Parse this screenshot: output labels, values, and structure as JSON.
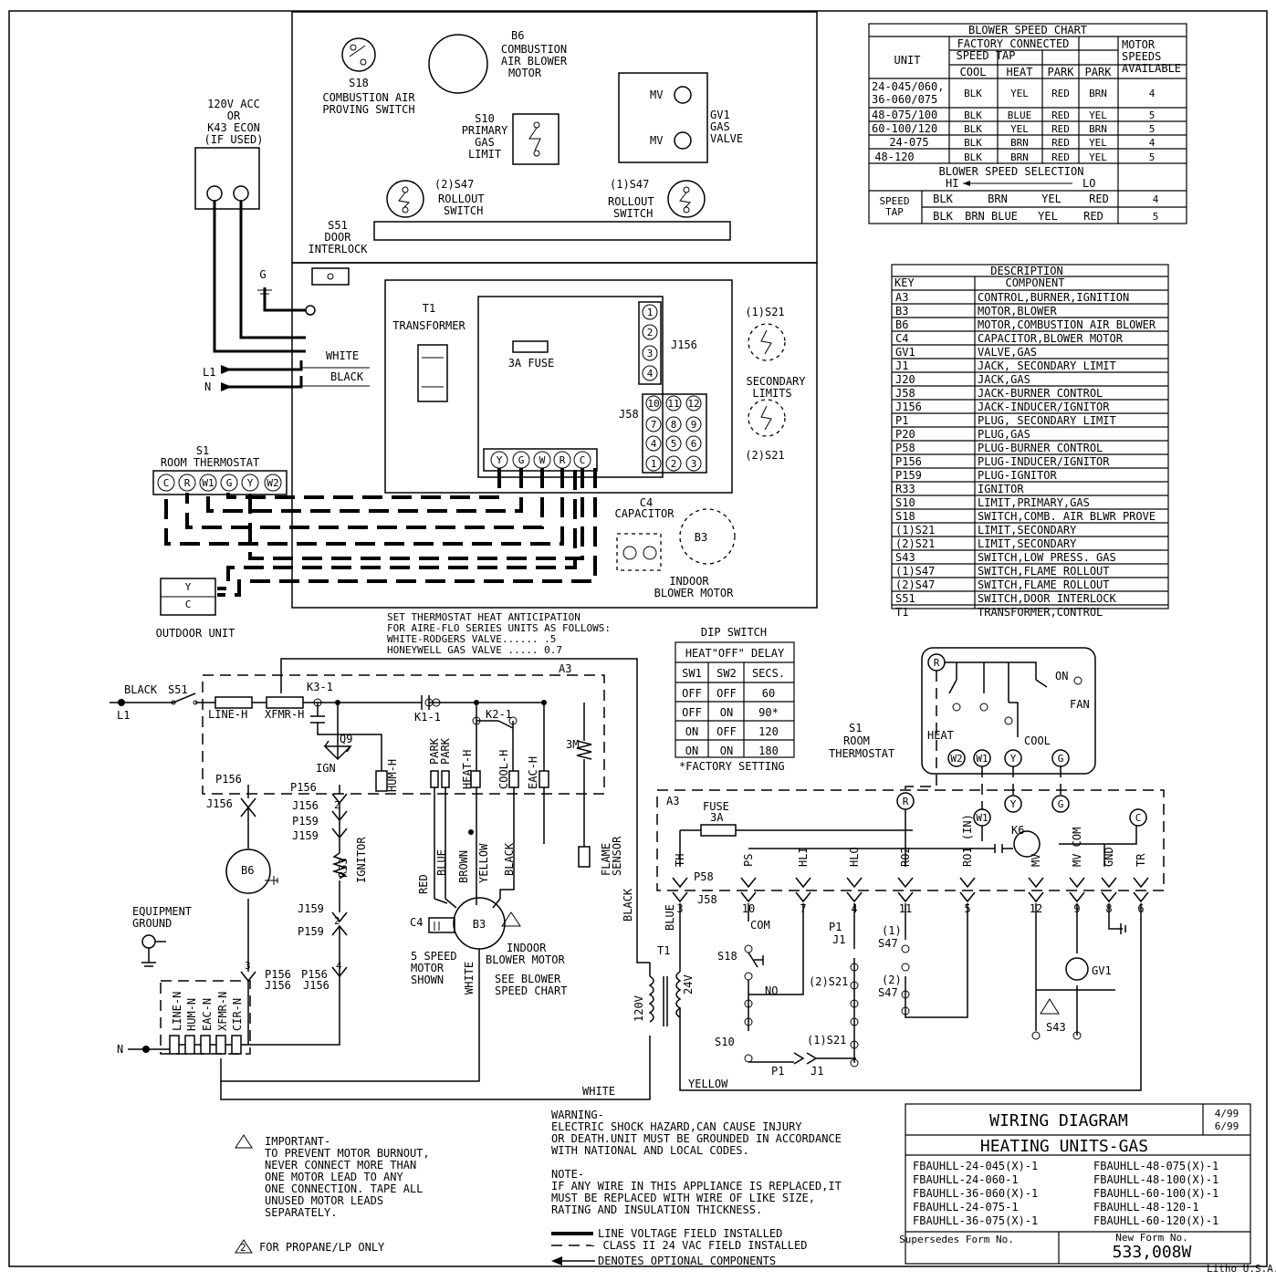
{
  "upper": {
    "s18": {
      "label": "S18",
      "desc": [
        "COMBUSTION AIR",
        "PROVING SWITCH"
      ]
    },
    "b6": {
      "label": "B6",
      "desc": [
        "COMBUSTION",
        "AIR BLOWER",
        "MOTOR"
      ]
    },
    "s10": {
      "label": "S10",
      "desc": [
        "PRIMARY",
        "GAS",
        "LIMIT"
      ]
    },
    "gv1": {
      "label": "GV1",
      "desc": [
        "GAS",
        "VALVE"
      ],
      "mv": "MV"
    },
    "s47_2": {
      "label": "(2)S47",
      "desc": [
        "ROLLOUT",
        "SWITCH"
      ]
    },
    "s47_1": {
      "label": "(1)S47",
      "desc": [
        "ROLLOUT",
        "SWITCH"
      ]
    },
    "s51": {
      "label": "S51",
      "desc": [
        "DOOR",
        "INTERLOCK"
      ]
    },
    "acc": [
      "120V ACC",
      "OR",
      "K43 ECON",
      "(IF USED)"
    ],
    "g": "G",
    "white": "WHITE",
    "black": "BLACK",
    "l1": "L1",
    "n": "N",
    "t1": {
      "label": "T1",
      "desc": "TRANSFORMER"
    },
    "fuse": "3A FUSE",
    "j156": "J156",
    "j156_pins": [
      "1",
      "2",
      "3",
      "4"
    ],
    "j58": "J58",
    "j58_pins": [
      "10",
      "11",
      "12",
      "7",
      "8",
      "9",
      "4",
      "5",
      "6",
      "1",
      "2",
      "3"
    ],
    "term": [
      "Y",
      "G",
      "W",
      "R",
      "C"
    ],
    "sec_limits": {
      "top": "(1)S21",
      "desc": [
        "SECONDARY",
        "LIMITS"
      ],
      "bottom": "(2)S21"
    },
    "c4": {
      "label": "C4",
      "desc": "CAPACITOR"
    },
    "b3": {
      "label": "B3",
      "desc": [
        "INDOOR",
        "BLOWER MOTOR"
      ]
    },
    "s1": {
      "label": "S1",
      "desc": "ROOM THERMOSTAT",
      "term": [
        "C",
        "R",
        "W1",
        "G",
        "Y",
        "W2"
      ]
    },
    "outdoor": {
      "desc": "OUTDOOR UNIT",
      "term": [
        "Y",
        "C"
      ]
    }
  },
  "blower_chart": {
    "title": "BLOWER SPEED CHART",
    "unit": "UNIT",
    "factory": [
      "FACTORY CONNECTED",
      "SPEED TAP"
    ],
    "cols": [
      "COOL",
      "HEAT",
      "PARK",
      "PARK"
    ],
    "motor": [
      "MOTOR",
      "SPEEDS",
      "AVAILABLE"
    ],
    "rows": [
      {
        "unit": [
          "24-045/060,",
          "36-060/075"
        ],
        "cells": [
          "BLK",
          "YEL",
          "RED",
          "BRN",
          "4"
        ]
      },
      {
        "unit": [
          "48-075/100"
        ],
        "cells": [
          "BLK",
          "BLUE",
          "RED",
          "YEL",
          "5"
        ]
      },
      {
        "unit": [
          "60-100/120"
        ],
        "cells": [
          "BLK",
          "YEL",
          "RED",
          "BRN",
          "5"
        ]
      },
      {
        "unit": [
          "24-075"
        ],
        "cells": [
          "BLK",
          "BRN",
          "RED",
          "YEL",
          "4"
        ]
      },
      {
        "unit": [
          "48-120"
        ],
        "cells": [
          "BLK",
          "BRN",
          "RED",
          "YEL",
          "5"
        ]
      }
    ],
    "selection": "BLOWER SPEED SELECTION",
    "hi": "HI",
    "lo": "LO",
    "speed_tap": [
      "SPEED",
      "TAP"
    ],
    "tap_rows": [
      {
        "cells": [
          "BLK",
          "BRN",
          "YEL",
          "RED"
        ],
        "n": "4"
      },
      {
        "cells": [
          "BLK",
          "BRN BLUE",
          "YEL",
          "RED"
        ],
        "n": "5"
      }
    ]
  },
  "description": {
    "title": "DESCRIPTION",
    "key": "KEY",
    "component": "COMPONENT",
    "rows": [
      [
        "A3",
        "CONTROL,BURNER,IGNITION"
      ],
      [
        "B3",
        "MOTOR,BLOWER"
      ],
      [
        "B6",
        "MOTOR,COMBUSTION AIR BLOWER"
      ],
      [
        "C4",
        "CAPACITOR,BLOWER MOTOR"
      ],
      [
        "GV1",
        "VALVE,GAS"
      ],
      [
        "J1",
        "JACK, SECONDARY LIMIT"
      ],
      [
        "J20",
        "JACK,GAS"
      ],
      [
        "J58",
        "JACK-BURNER CONTROL"
      ],
      [
        "J156",
        "JACK-INDUCER/IGNITOR"
      ],
      [
        "P1",
        "PLUG, SECONDARY LIMIT"
      ],
      [
        "P20",
        "PLUG,GAS"
      ],
      [
        "P58",
        "PLUG-BURNER CONTROL"
      ],
      [
        "P156",
        "PLUG-INDUCER/IGNITOR"
      ],
      [
        "P159",
        "PLUG-IGNITOR"
      ],
      [
        "R33",
        "IGNITOR"
      ],
      [
        "S10",
        "LIMIT,PRIMARY,GAS"
      ],
      [
        "S18",
        "SWITCH,COMB. AIR BLWR PROVE"
      ],
      [
        "(1)S21",
        "LIMIT,SECONDARY"
      ],
      [
        "(2)S21",
        "LIMIT,SECONDARY"
      ],
      [
        "S43",
        "SWITCH,LOW PRESS. GAS"
      ],
      [
        "(1)S47",
        "SWITCH,FLAME ROLLOUT"
      ],
      [
        "(2)S47",
        "SWITCH,FLAME ROLLOUT"
      ],
      [
        "S51",
        "SWITCH,DOOR INTERLOCK"
      ],
      [
        "T1",
        "TRANSFORMER,CONTROL"
      ]
    ]
  },
  "anticipation": [
    "SET THERMOSTAT HEAT ANTICIPATION",
    "FOR AIRE-FLO SERIES UNITS AS FOLLOWS:",
    "WHITE-RODGERS VALVE...... .5",
    "HONEYWELL GAS VALVE ..... 0.7"
  ],
  "dip": {
    "title": "DIP SWITCH",
    "header": "HEAT\"OFF\" DELAY",
    "cols": [
      "SW1",
      "SW2",
      "SECS."
    ],
    "rows": [
      [
        "OFF",
        "OFF",
        "60"
      ],
      [
        "OFF",
        "ON",
        "90*"
      ],
      [
        "ON",
        "OFF",
        "120"
      ],
      [
        "ON",
        "ON",
        "180"
      ]
    ],
    "note": "*FACTORY SETTING"
  },
  "lower_left": {
    "black": "BLACK",
    "s51": "S51",
    "l1": "L1",
    "a3": "A3",
    "k3": "K3-1",
    "k1": "K1-1",
    "k2": "K2-1",
    "line_h": "LINE-H",
    "xfmr_h": "XFMR-H",
    "q9": "Q9",
    "ign": "IGN",
    "hum_h": "HUM-H",
    "park1": "PARK",
    "park2": "PARK",
    "heat_h": "HEAT-H",
    "cool_h": "COOL-H",
    "eac_h": "EAC-H",
    "m3": "3M",
    "p156": "P156",
    "j156": "J156",
    "p159": "P159",
    "j159": "J159",
    "r33": "R33",
    "ignitor": "IGNITOR",
    "b6": "B6",
    "equip": [
      "EQUIPMENT",
      "GROUND"
    ],
    "n": "N",
    "neutral": [
      "LINE-N",
      "HUM-N",
      "EAC-N",
      "XFMR-N",
      "CIR-N"
    ],
    "wires": [
      "RED",
      "BLUE",
      "BROWN",
      "YELLOW",
      "BLACK"
    ],
    "c4": "C4",
    "b3": "B3",
    "speed_note": [
      "5 SPEED",
      "MOTOR",
      "SHOWN"
    ],
    "indoor": [
      "INDOOR",
      "BLOWER MOTOR"
    ],
    "see": [
      "SEE BLOWER",
      "SPEED CHART"
    ],
    "white": "WHITE",
    "flame": [
      "FLAME",
      "SENSOR"
    ],
    "black_v": "BLACK",
    "pins": {
      "1": "1",
      "2": "2",
      "3": "3",
      "4": "4"
    }
  },
  "lower_right": {
    "s1": [
      "S1",
      "ROOM",
      "THERMOSTAT"
    ],
    "heat": "HEAT",
    "cool": "COOL",
    "fan": "FAN",
    "on": "ON",
    "tstat": [
      "R",
      "W2",
      "W1",
      "Y",
      "G"
    ],
    "a3": "A3",
    "fuse": [
      "FUSE",
      "3A"
    ],
    "k6": "K6",
    "p58_labels": [
      "TH",
      "PS",
      "HLI",
      "HLO",
      "RO2",
      "RO1 (IN)",
      "MV",
      "MV COM",
      "GND",
      "TR"
    ],
    "p58_pins": [
      "3",
      "10",
      "7",
      "4",
      "11",
      "5",
      "12",
      "9",
      "8",
      "6"
    ],
    "p58": "P58",
    "j58": "J58",
    "c": "C",
    "com": "COM",
    "no": "NO",
    "s18": "S18",
    "s10": "S10",
    "p1": "P1",
    "j1": "J1",
    "s21_2": "(2)S21",
    "s21_1": "(1)S21",
    "s47_1": [
      "(1)",
      "S47"
    ],
    "s47_2": [
      "(2)",
      "S47"
    ],
    "gv1": "GV1",
    "s43": "S43",
    "t1": "T1",
    "v120": "120V",
    "v24": "24V",
    "blue": "BLUE",
    "yellow": "YELLOW",
    "white": "WHITE",
    "black": "BLACK"
  },
  "important": [
    "IMPORTANT-",
    "TO PREVENT MOTOR BURNOUT,",
    "NEVER CONNECT MORE THAN",
    "ONE MOTOR LEAD TO ANY",
    "ONE CONNECTION. TAPE ALL",
    "UNUSED MOTOR LEADS",
    "SEPARATELY."
  ],
  "propane": "FOR PROPANE/LP ONLY",
  "warning": [
    "WARNING-",
    "ELECTRIC SHOCK HAZARD,CAN CAUSE INJURY",
    "OR DEATH.UNIT MUST BE GROUNDED IN ACCORDANCE",
    "WITH NATIONAL AND LOCAL CODES."
  ],
  "note": [
    "NOTE-",
    "IF ANY WIRE IN THIS APPLIANCE IS REPLACED,IT",
    "MUST BE REPLACED WITH WIRE OF LIKE SIZE,",
    "RATING AND INSULATION THICKNESS."
  ],
  "legend": [
    "LINE VOLTAGE FIELD INSTALLED",
    "- CLASS II 24 VAC FIELD INSTALLED",
    "DENOTES OPTIONAL COMPONENTS"
  ],
  "title_block": {
    "title": "WIRING DIAGRAM",
    "dates": [
      "4/99",
      "6/99"
    ],
    "subtitle": "HEATING UNITS-GAS",
    "models_left": [
      "FBAUHLL-24-045(X)-1",
      "FBAUHLL-24-060-1",
      "FBAUHLL-36-060(X)-1",
      "FBAUHLL-24-075-1",
      "FBAUHLL-36-075(X)-1"
    ],
    "models_right": [
      "FBAUHLL-48-075(X)-1",
      "FBAUHLL-48-100(X)-1",
      "FBAUHLL-60-100(X)-1",
      "FBAUHLL-48-120-1",
      "FBAUHLL-60-120(X)-1"
    ],
    "supersedes": "Supersedes Form No.",
    "newform_label": "New Form No.",
    "newform": "533,008W",
    "litho": "Litho U.S.A."
  }
}
